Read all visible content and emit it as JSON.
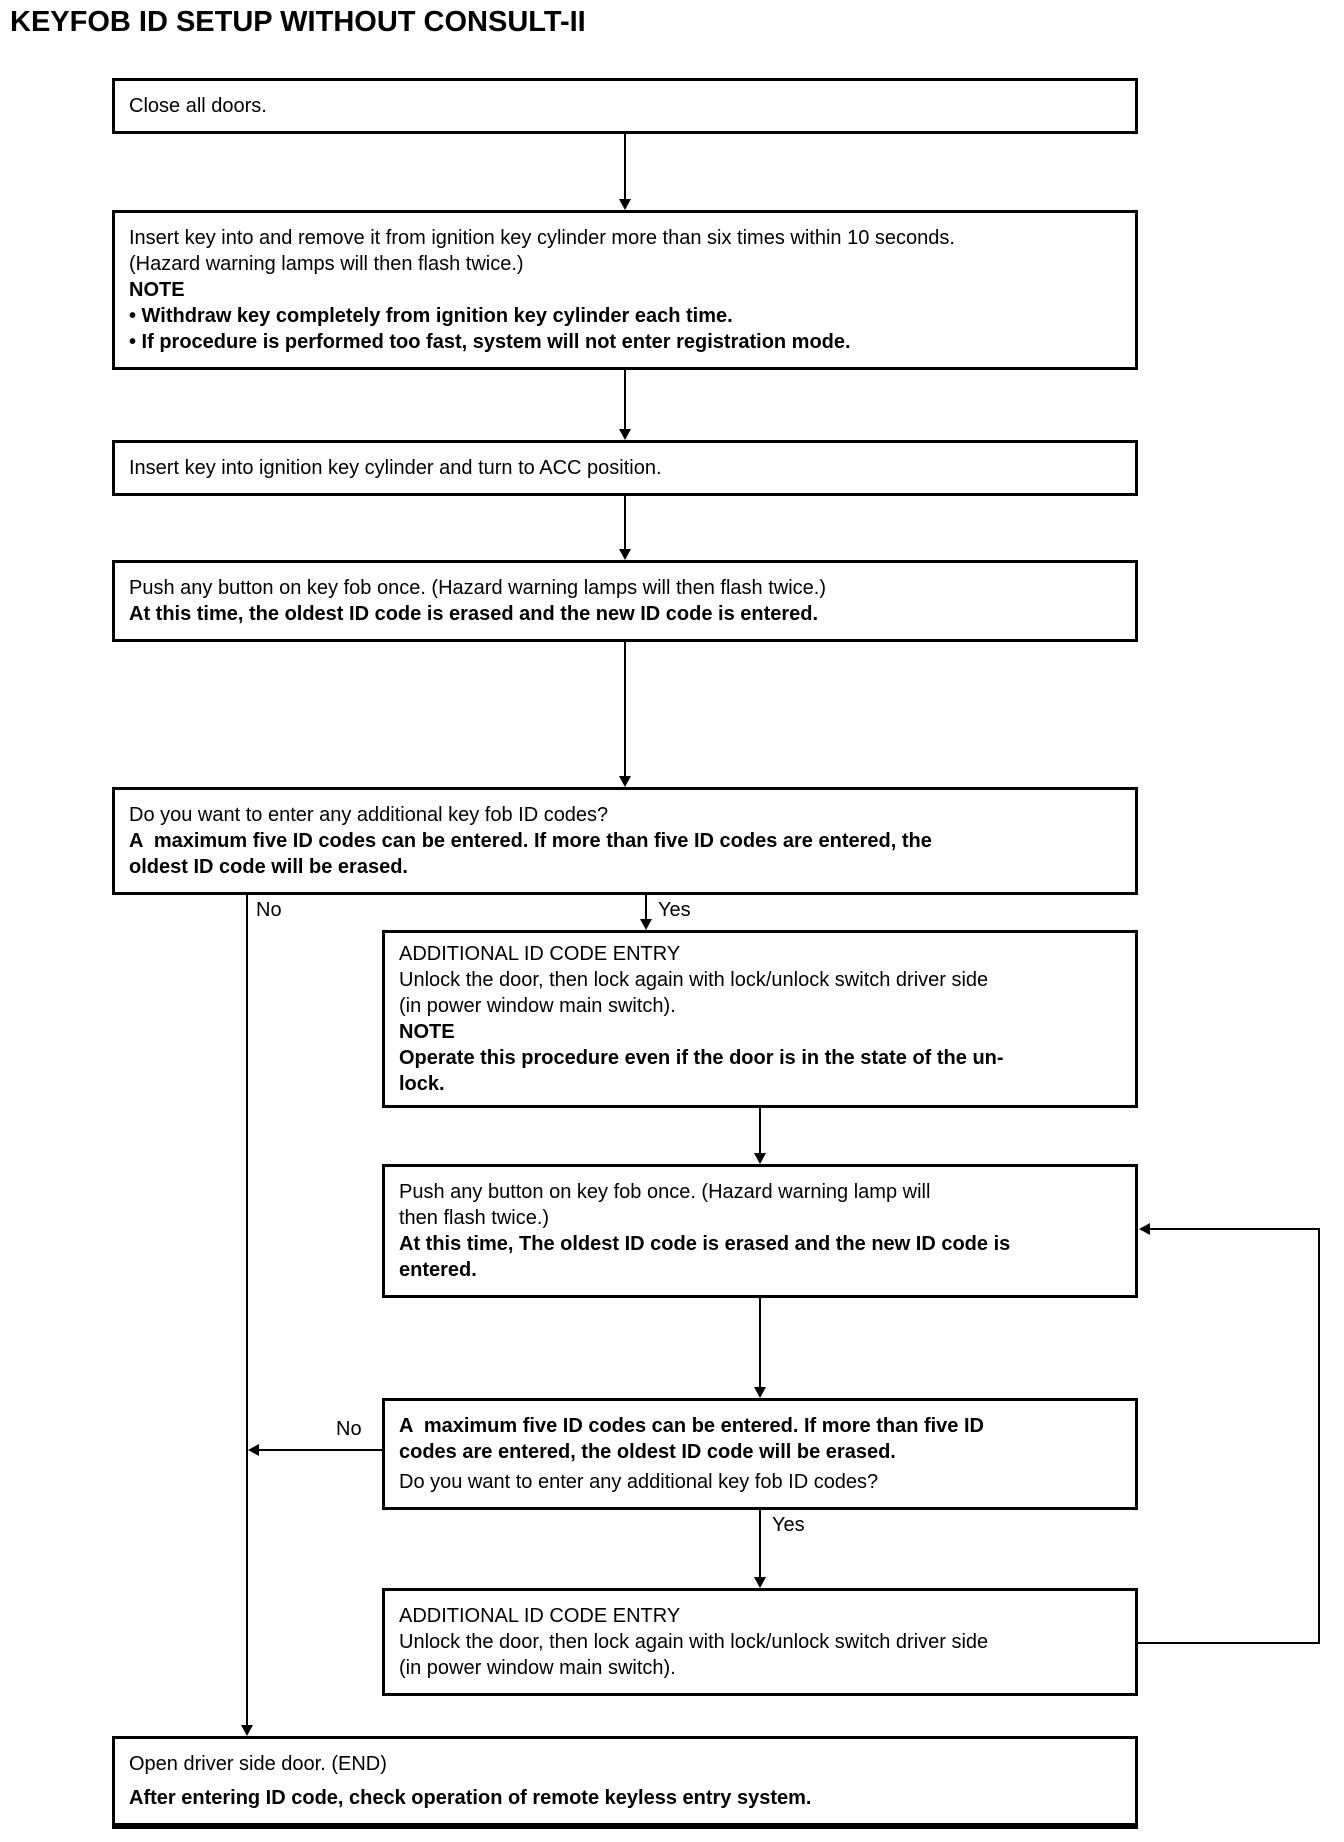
{
  "title": "KEYFOB ID SETUP WITHOUT CONSULT-II",
  "boxes": {
    "close_doors": {
      "lines": [
        {
          "t": "Close all doors.",
          "b": false
        }
      ]
    },
    "insert_remove_key": {
      "lines": [
        {
          "t": "Insert key into and remove it from ignition key cylinder more than six times within 10 seconds.",
          "b": false
        },
        {
          "t": "(Hazard warning lamps will then flash twice.)",
          "b": false
        },
        {
          "t": "NOTE",
          "b": true
        },
        {
          "t": "• Withdraw key completely from ignition key cylinder each time.",
          "b": true
        },
        {
          "t": "• If procedure is performed too fast, system will not enter registration mode.",
          "b": true
        }
      ]
    },
    "key_to_acc": {
      "lines": [
        {
          "t": "Insert key into ignition key cylinder and turn to ACC position.",
          "b": false
        }
      ]
    },
    "push_button": {
      "lines": [
        {
          "t": "Push any button on key fob once. (Hazard warning lamps will then flash twice.)",
          "b": false
        },
        {
          "t": "At this time, the oldest ID code is erased and the new ID code is entered.",
          "b": true
        }
      ]
    },
    "additional_question": {
      "lines": [
        {
          "t": "Do you want to enter any additional key fob ID codes?",
          "b": false
        },
        {
          "t": "A  maximum five ID codes can be entered. If more than five ID codes are entered, the",
          "b": true
        },
        {
          "t": "oldest ID code will be erased.",
          "b": true
        }
      ]
    },
    "additional_entry_1": {
      "lines": [
        {
          "t": "ADDITIONAL ID CODE ENTRY",
          "b": false
        },
        {
          "t": "Unlock the door, then lock again with lock/unlock switch driver side",
          "b": false
        },
        {
          "t": "(in power window main switch).",
          "b": false
        },
        {
          "t": "NOTE",
          "b": true
        },
        {
          "t": "Operate this procedure even if the door is in the state of the un-",
          "b": true
        },
        {
          "t": "lock.",
          "b": true
        }
      ]
    },
    "push_button_2": {
      "lines": [
        {
          "t": "Push any button on key fob once. (Hazard warning lamp will",
          "b": false
        },
        {
          "t": "then flash twice.)",
          "b": false
        },
        {
          "t": "At this time, The oldest ID code is erased and the new ID code is",
          "b": true
        },
        {
          "t": "entered.",
          "b": true
        }
      ]
    },
    "max_codes_question": {
      "lines": [
        {
          "t": "A  maximum five ID codes can be entered. If more than five ID",
          "b": true
        },
        {
          "t": "codes are entered, the oldest ID code will be erased.",
          "b": true
        },
        {
          "t": "Do you want to enter any additional key fob ID codes?",
          "b": false
        }
      ]
    },
    "additional_entry_2": {
      "lines": [
        {
          "t": "ADDITIONAL ID CODE ENTRY",
          "b": false
        },
        {
          "t": "Unlock the door, then lock again with lock/unlock switch driver side",
          "b": false
        },
        {
          "t": "(in power window main switch).",
          "b": false
        }
      ]
    },
    "open_door_end": {
      "lines": [
        {
          "t": "Open driver side door. (END)",
          "b": false
        },
        {
          "t": "After entering ID code, check operation of remote keyless entry system.",
          "b": true
        }
      ]
    }
  },
  "branch_labels": {
    "no_main": "No",
    "yes_main": "Yes",
    "no_loop": "No",
    "yes_loop": "Yes"
  },
  "colors": {
    "line": "#000000",
    "background": "#ffffff",
    "text": "#000000"
  }
}
